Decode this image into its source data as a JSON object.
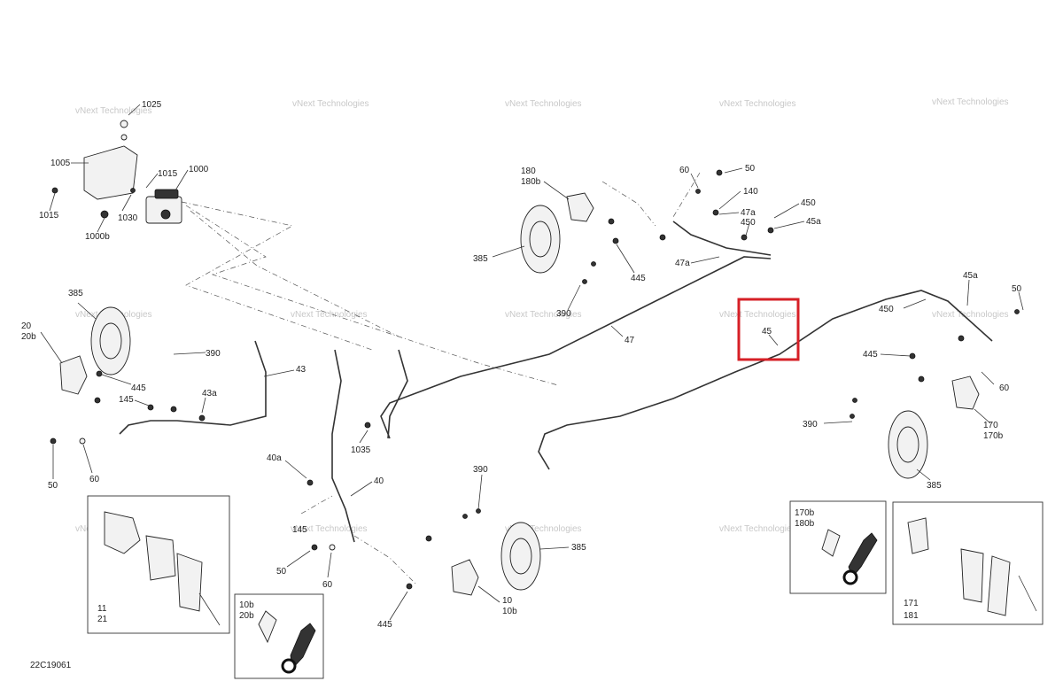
{
  "drawing_id": "22C19061",
  "watermark": "vNext Technologies",
  "highlight_color": "#d61f26",
  "highlighted_part": "45",
  "parts": {
    "p1025": "1025",
    "p1005": "1005",
    "p1015a": "1015",
    "p1015b": "1015",
    "p1000": "1000",
    "p1030": "1030",
    "p1000b": "1000b",
    "p180": "180",
    "p180b": "180b",
    "p385a": "385",
    "p445a": "445",
    "p390a": "390",
    "p60a": "60",
    "p50a": "50",
    "p140": "140",
    "p47a1": "47a",
    "p450a": "450",
    "p450b": "450",
    "p45a1": "45a",
    "p47a2": "47a",
    "p47": "47",
    "p45": "45",
    "p45a2": "45a",
    "p50b": "50",
    "p450c": "450",
    "p445b": "445",
    "p60b": "60",
    "p390b": "390",
    "p170": "170",
    "p170b": "170b",
    "p385b": "385",
    "p385c": "385",
    "p20": "20",
    "p20b": "20b",
    "p390c": "390",
    "p445c": "445",
    "p43": "43",
    "p43a": "43a",
    "p145a": "145",
    "p50c": "50",
    "p60c": "60",
    "p1035": "1035",
    "p40a": "40a",
    "p40": "40",
    "p145b": "145",
    "p50d": "50",
    "p60d": "60",
    "p390d": "390",
    "p385d": "385",
    "p10": "10",
    "p10b": "10b",
    "p445d": "445",
    "p11": "11",
    "p21": "21",
    "p10b_box": "10b",
    "p20b_box": "20b",
    "p170b_box": "170b",
    "p180b_box": "180b",
    "p171": "171",
    "p181": "181"
  }
}
